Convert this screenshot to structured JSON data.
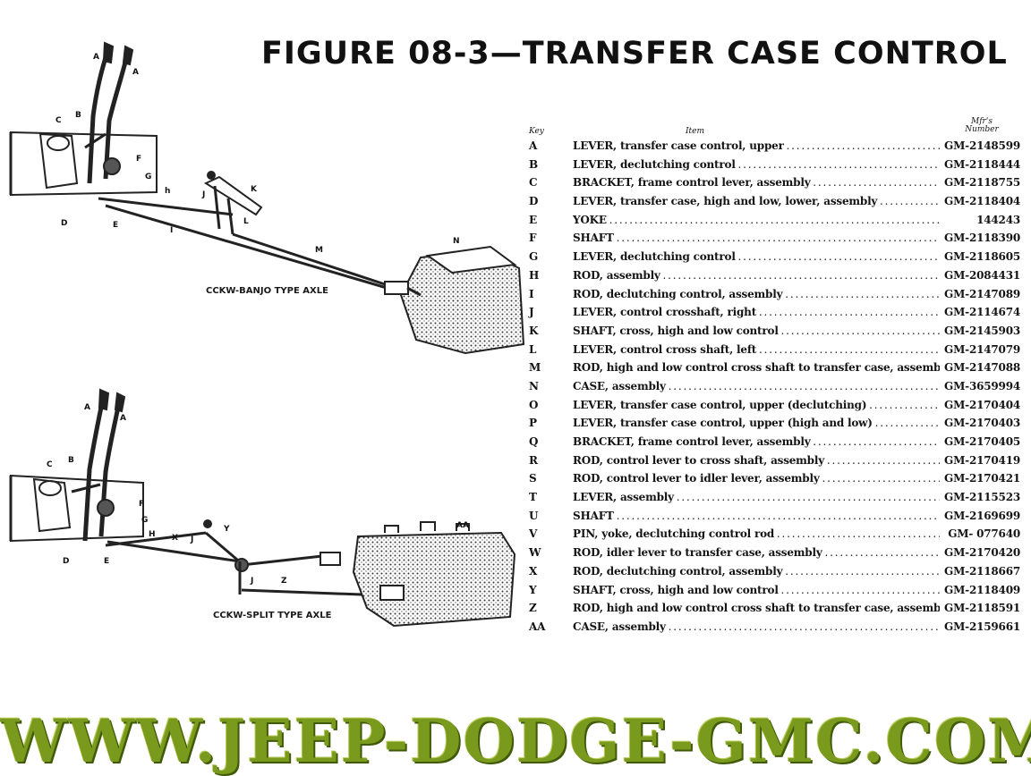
{
  "title": "FIGURE 08-3—TRANSFER CASE CONTROL",
  "diagram": {
    "caption_top": "CCKW-BANJO TYPE AXLE",
    "caption_bottom": "CCKW-SPLIT TYPE AXLE",
    "labels_top": [
      "A",
      "A",
      "B",
      "C",
      "F",
      "G",
      "D",
      "E",
      "h",
      "J",
      "K",
      "L",
      "I",
      "M",
      "N"
    ],
    "labels_bottom": [
      "A",
      "A",
      "B",
      "C",
      "F",
      "G",
      "D",
      "E",
      "H",
      "X",
      "J",
      "Y",
      "J",
      "Z",
      "AA"
    ]
  },
  "table": {
    "header": {
      "key": "Key",
      "item": "Item",
      "number": "Mfr's Number"
    },
    "rows": [
      {
        "key": "A",
        "item": "LEVER, transfer case control, upper",
        "number": "GM-2148599"
      },
      {
        "key": "B",
        "item": "LEVER, declutching control",
        "number": "GM-2118444"
      },
      {
        "key": "C",
        "item": "BRACKET, frame control lever, assembly",
        "number": "GM-2118755"
      },
      {
        "key": "D",
        "item": "LEVER, transfer case, high and low, lower, assembly",
        "number": "GM-2118404"
      },
      {
        "key": "E",
        "item": "YOKE",
        "number": "144243"
      },
      {
        "key": "F",
        "item": "SHAFT",
        "number": "GM-2118390"
      },
      {
        "key": "G",
        "item": "LEVER, declutching control",
        "number": "GM-2118605"
      },
      {
        "key": "H",
        "item": "ROD, assembly",
        "number": "GM-2084431"
      },
      {
        "key": "I",
        "item": "ROD, declutching control, assembly",
        "number": "GM-2147089"
      },
      {
        "key": "J",
        "item": "LEVER, control crosshaft, right",
        "number": "GM-2114674"
      },
      {
        "key": "K",
        "item": "SHAFT, cross, high and low control",
        "number": "GM-2145903"
      },
      {
        "key": "L",
        "item": "LEVER, control cross shaft, left",
        "number": "GM-2147079"
      },
      {
        "key": "M",
        "item": "ROD, high and low control cross shaft to transfer case, assembly",
        "number": "GM-2147088"
      },
      {
        "key": "N",
        "item": "CASE, assembly",
        "number": "GM-3659994"
      },
      {
        "key": "O",
        "item": "LEVER, transfer case control, upper (declutching)",
        "number": "GM-2170404"
      },
      {
        "key": "P",
        "item": "LEVER, transfer case control, upper (high and low)",
        "number": "GM-2170403"
      },
      {
        "key": "Q",
        "item": "BRACKET, frame control lever, assembly",
        "number": "GM-2170405"
      },
      {
        "key": "R",
        "item": "ROD, control lever to cross shaft, assembly",
        "number": "GM-2170419"
      },
      {
        "key": "S",
        "item": "ROD, control lever to idler lever, assembly",
        "number": "GM-2170421"
      },
      {
        "key": "T",
        "item": "LEVER, assembly",
        "number": "GM-2115523"
      },
      {
        "key": "U",
        "item": "SHAFT",
        "number": "GM-2169699"
      },
      {
        "key": "V",
        "item": "PIN, yoke, declutching control rod",
        "number": "GM- 077640"
      },
      {
        "key": "W",
        "item": "ROD, idler lever to transfer case, assembly",
        "number": "GM-2170420"
      },
      {
        "key": "X",
        "item": "ROD, declutching control, assembly",
        "number": "GM-2118667"
      },
      {
        "key": "Y",
        "item": "SHAFT, cross, high and low control",
        "number": "GM-2118409"
      },
      {
        "key": "Z",
        "item": "ROD, high and low control cross shaft to transfer case, assembly",
        "number": "GM-2118591"
      },
      {
        "key": "AA",
        "item": "CASE, assembly",
        "number": "GM-2159661"
      }
    ]
  },
  "watermark": "WWW.JEEP-DODGE-GMC.COM"
}
